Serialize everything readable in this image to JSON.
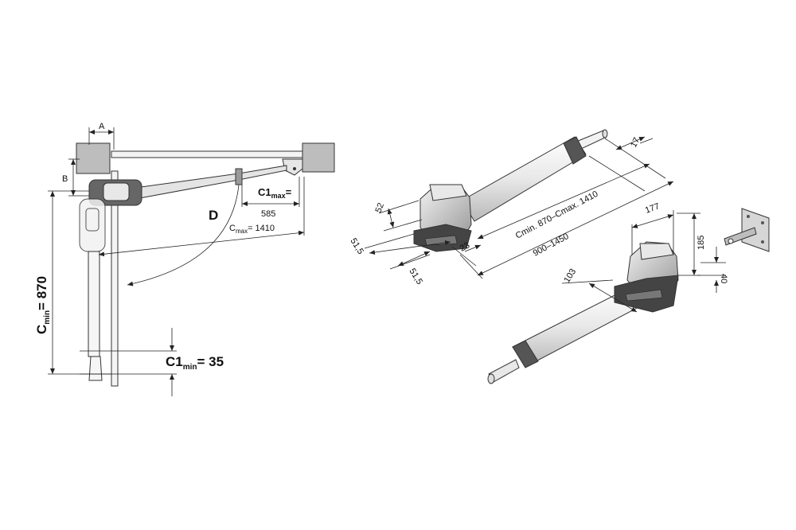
{
  "side_view": {
    "label_a": "A",
    "label_b": "B",
    "label_d": "D",
    "c1max_main": "C1",
    "c1max_sub": "max",
    "c1max_eq": "=",
    "c1max_value": "585",
    "cmax_main": "C",
    "cmax_sub": "max",
    "cmax_rest": "= 1410",
    "cmin_main": "C",
    "cmin_sub": "min",
    "cmin_rest": "= 870",
    "c1min_main": "C1",
    "c1min_sub": "min",
    "c1min_rest": "= 35"
  },
  "iso_upper": {
    "dim_52": "52",
    "dim_51_5_a": "51,5",
    "dim_51_5_b": "51,5",
    "dim_23": "23",
    "dim_17": "17",
    "dim_stroke": "Cmin. 870–Cmax. 1410",
    "dim_length": "900–1450"
  },
  "iso_lower": {
    "dim_177": "177",
    "dim_185": "185",
    "dim_103": "103",
    "dim_40": "40"
  },
  "colors": {
    "line": "#222222",
    "housing_dark": "#555555",
    "housing_light": "#d9d9d9",
    "tube": "#eeeeee",
    "post": "#bdbdbd"
  }
}
